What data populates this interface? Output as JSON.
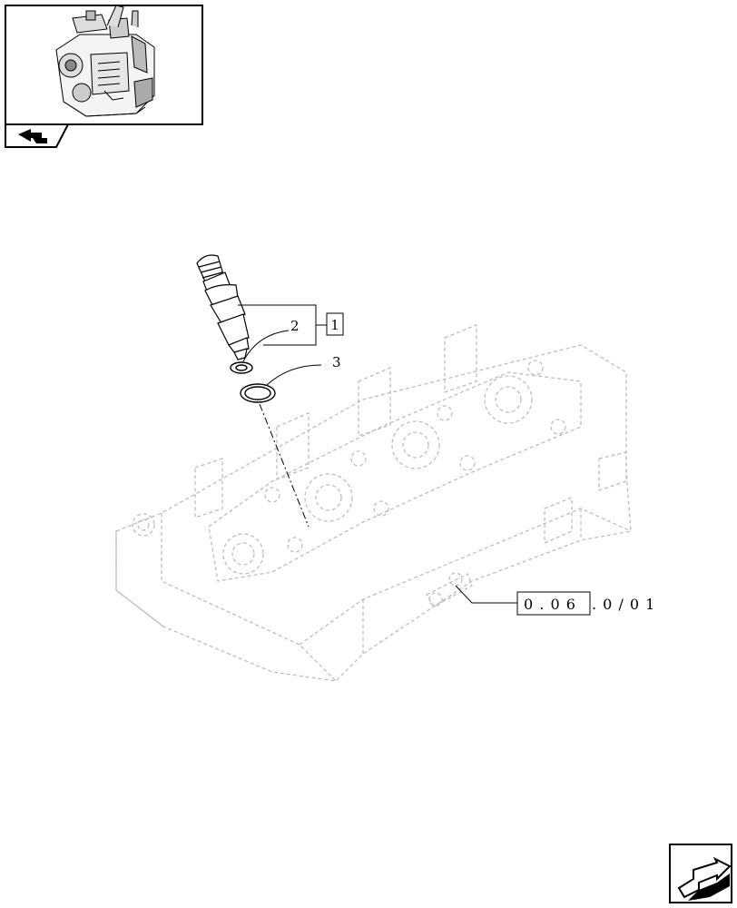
{
  "callouts": {
    "part_1": "1",
    "part_2": "2",
    "part_3": "3"
  },
  "reference": {
    "boxed": "0 . 0 6",
    "suffix": ". 0 / 0 1"
  },
  "icons": {
    "thumbnail": "engine-thumbnail-icon",
    "previous": "back-arrow-icon",
    "next": "forward-arrow-icon"
  }
}
